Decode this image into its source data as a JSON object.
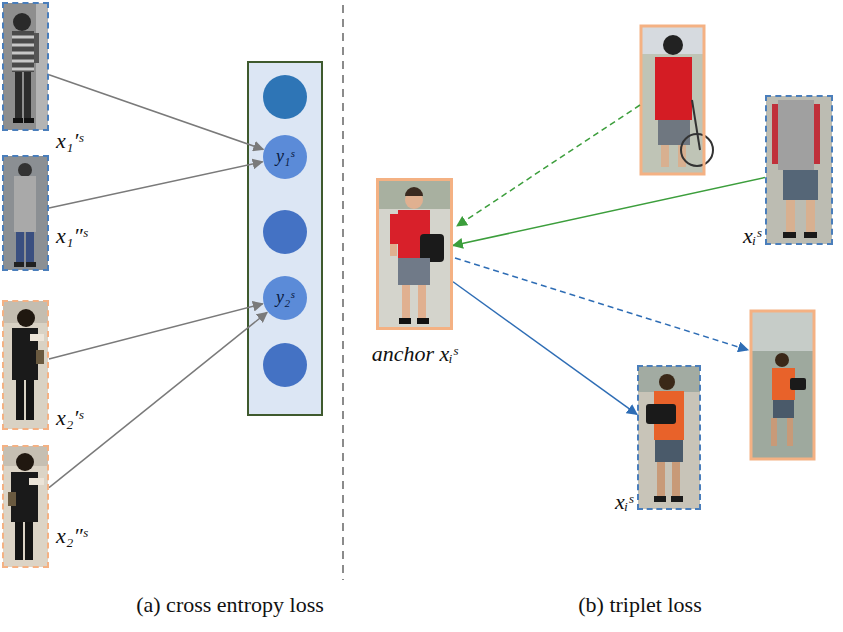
{
  "diagram": {
    "nodes": [
      {
        "text": [
          "x₁′ˢ"
        ]
      },
      {
        "text": [
          "x₁″ˢ"
        ]
      },
      {
        "text": [
          "x₂′ˢ"
        ]
      },
      {
        "text": [
          "x₂″ˢ"
        ]
      },
      {
        "text": [
          "y₁ˢ"
        ]
      },
      {
        "text": [
          "y₂ˢ"
        ]
      },
      {
        "text": [
          "anchor xᵢˢ"
        ]
      },
      {
        "text": [
          "xᵢˢ"
        ]
      },
      {
        "text": [
          "xᵢˢ"
        ]
      }
    ],
    "edges": [
      {
        "from": 0,
        "to": 4,
        "arrow": "to"
      },
      {
        "from": 1,
        "to": 4,
        "arrow": "to"
      },
      {
        "from": 2,
        "to": 5,
        "arrow": "to"
      },
      {
        "from": 3,
        "to": 5,
        "arrow": "to"
      },
      {
        "from": 7,
        "to": 6,
        "arrow": "to"
      },
      {
        "from": 6,
        "to": 8,
        "arrow": "to"
      }
    ],
    "labels": [
      "(a) cross entropy loss",
      "(b) triplet loss"
    ]
  }
}
